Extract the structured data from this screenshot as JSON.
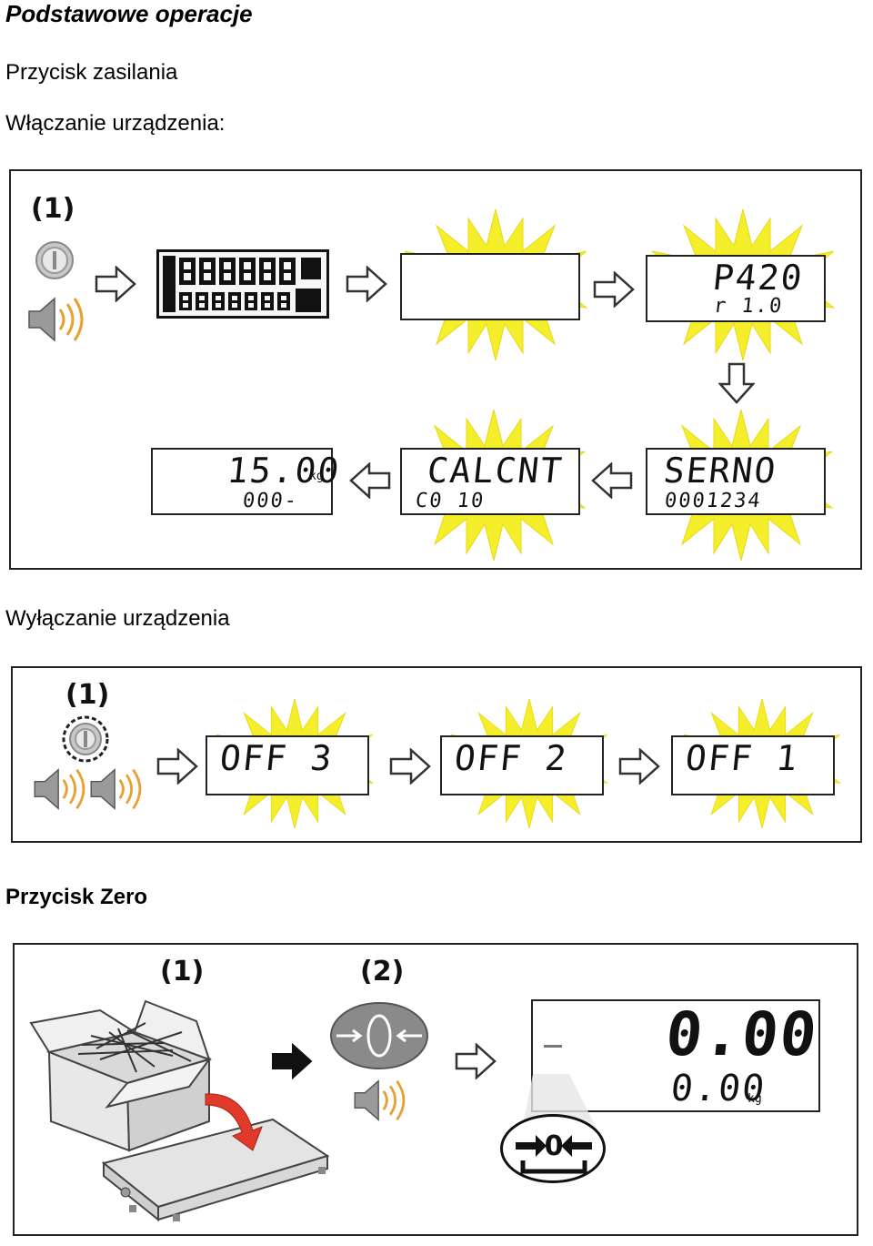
{
  "heading": "Podstawowe operacje",
  "power_button": {
    "title": "Przycisk zasilania",
    "on_label": "Włączanie urządzenia:",
    "off_label": "Wyłączanie urządzenia"
  },
  "zero_button": {
    "title": "Przycisk Zero"
  },
  "power_on_sequence": {
    "step": "(1)",
    "displays": [
      {
        "main": "",
        "sub": ""
      },
      {
        "main": "P420",
        "sub": "r 1.0"
      },
      {
        "main": "SERNO",
        "sub": "0001234"
      },
      {
        "main": "CALCNT",
        "sub": "C0 10"
      },
      {
        "main": "15.00",
        "sub": "000-",
        "unit": "kg"
      }
    ]
  },
  "power_off_sequence": {
    "step": "(1)",
    "displays": [
      {
        "main": "OFF  3"
      },
      {
        "main": "OFF  2"
      },
      {
        "main": "OFF  1"
      }
    ]
  },
  "zero_sequence": {
    "step1": "(1)",
    "step2": "(2)",
    "display": {
      "main": "0.00",
      "sub": "0.00",
      "unit": "kg"
    },
    "zero_symbol": "→0←"
  },
  "colors": {
    "burst": "#f4ef2a",
    "speaker_waves": "#e8a030",
    "arrow_red": "#e03a2a"
  }
}
